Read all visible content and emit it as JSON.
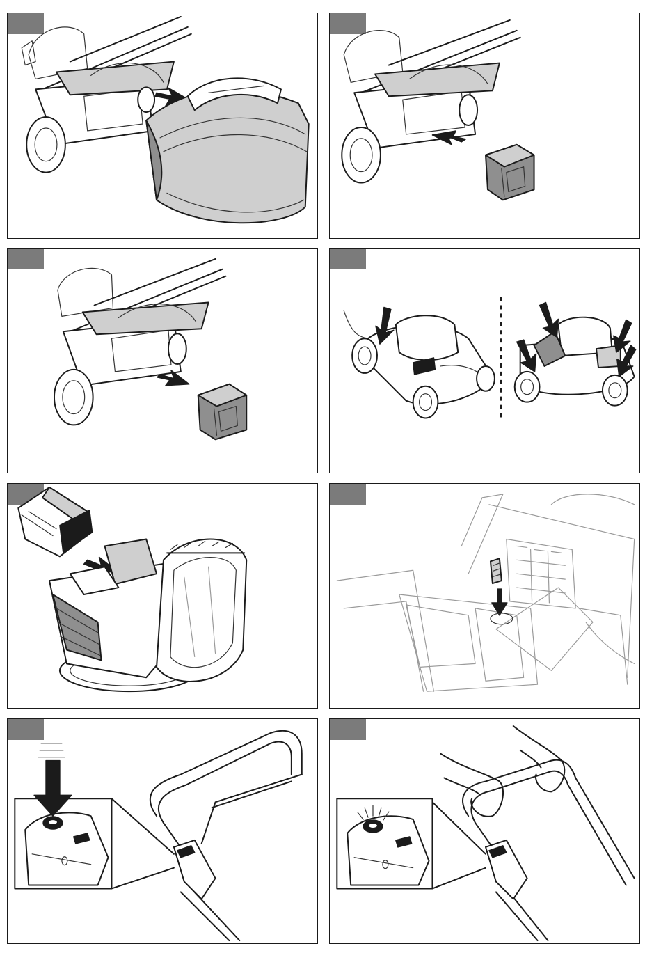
{
  "document": {
    "type": "assembly-instruction-sheet",
    "panel_count": 8,
    "colors": {
      "line": "#1b1b1b",
      "step_tab": "#7b7b7b",
      "shading": "#8f8f8f",
      "light_shading": "#cfcfcf"
    },
    "panels": [
      {
        "id": "panel-1",
        "content": "remove-grass-catcher",
        "icons": [
          "arrow-icon"
        ]
      },
      {
        "id": "panel-2",
        "content": "insert-mulch-plug",
        "icons": [
          "arrow-icon"
        ]
      },
      {
        "id": "panel-3",
        "content": "remove-mulch-plug",
        "icons": [
          "arrow-icon"
        ]
      },
      {
        "id": "panel-4",
        "content": "height-adjust-lever-points",
        "icons": [
          "arrow-icon"
        ]
      },
      {
        "id": "panel-5",
        "content": "insert-battery-into-charger",
        "icons": [
          "arrow-icon"
        ]
      },
      {
        "id": "panel-6",
        "content": "insert-safety-key",
        "icons": [
          "arrow-icon"
        ]
      },
      {
        "id": "panel-7",
        "content": "press-start-button",
        "icons": [
          "arrow-icon",
          "power-button-icon"
        ]
      },
      {
        "id": "panel-8",
        "content": "hold-handle-start",
        "icons": [
          "power-button-icon"
        ]
      }
    ]
  }
}
